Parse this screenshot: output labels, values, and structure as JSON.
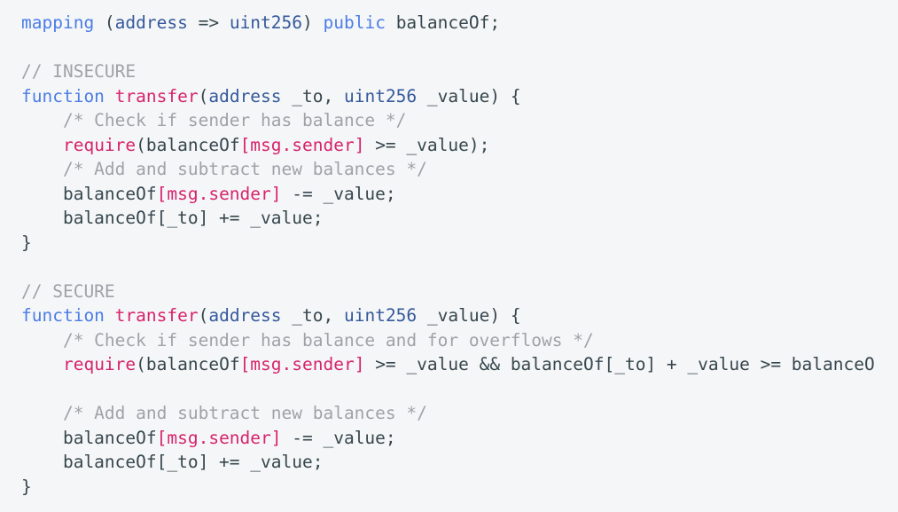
{
  "code_block": {
    "background_color": "#f5f6f7",
    "colors": {
      "keyword": "#4b7de6",
      "type_name": "#35599c",
      "function_name": "#d6246e",
      "comment": "#9ea3a8",
      "default": "#37474f"
    },
    "lines": [
      [
        {
          "t": "mapping",
          "c": "keyword"
        },
        {
          "t": " (",
          "c": "default"
        },
        {
          "t": "address",
          "c": "type_name"
        },
        {
          "t": " => ",
          "c": "default"
        },
        {
          "t": "uint256",
          "c": "type_name"
        },
        {
          "t": ") ",
          "c": "default"
        },
        {
          "t": "public",
          "c": "keyword"
        },
        {
          "t": " balanceOf;",
          "c": "default"
        }
      ],
      [],
      [
        {
          "t": "// INSECURE",
          "c": "comment"
        }
      ],
      [
        {
          "t": "function",
          "c": "keyword"
        },
        {
          "t": " ",
          "c": "default"
        },
        {
          "t": "transfer",
          "c": "function_name"
        },
        {
          "t": "(",
          "c": "default"
        },
        {
          "t": "address",
          "c": "type_name"
        },
        {
          "t": " _to, ",
          "c": "default"
        },
        {
          "t": "uint256",
          "c": "type_name"
        },
        {
          "t": " _value) {",
          "c": "default"
        }
      ],
      [
        {
          "t": "    /* Check if sender has balance */",
          "c": "comment"
        }
      ],
      [
        {
          "t": "    ",
          "c": "default"
        },
        {
          "t": "require",
          "c": "function_name"
        },
        {
          "t": "(balanceOf",
          "c": "default"
        },
        {
          "t": "[msg.sender]",
          "c": "function_name"
        },
        {
          "t": " >= _value);",
          "c": "default"
        }
      ],
      [
        {
          "t": "    /* Add and subtract new balances */",
          "c": "comment"
        }
      ],
      [
        {
          "t": "    balanceOf",
          "c": "default"
        },
        {
          "t": "[msg.sender]",
          "c": "function_name"
        },
        {
          "t": " -= _value;",
          "c": "default"
        }
      ],
      [
        {
          "t": "    balanceOf[_to] += _value;",
          "c": "default"
        }
      ],
      [
        {
          "t": "}",
          "c": "default"
        }
      ],
      [],
      [
        {
          "t": "// SECURE",
          "c": "comment"
        }
      ],
      [
        {
          "t": "function",
          "c": "keyword"
        },
        {
          "t": " ",
          "c": "default"
        },
        {
          "t": "transfer",
          "c": "function_name"
        },
        {
          "t": "(",
          "c": "default"
        },
        {
          "t": "address",
          "c": "type_name"
        },
        {
          "t": " _to, ",
          "c": "default"
        },
        {
          "t": "uint256",
          "c": "type_name"
        },
        {
          "t": " _value) {",
          "c": "default"
        }
      ],
      [
        {
          "t": "    /* Check if sender has balance and for overflows */",
          "c": "comment"
        }
      ],
      [
        {
          "t": "    ",
          "c": "default"
        },
        {
          "t": "require",
          "c": "function_name"
        },
        {
          "t": "(balanceOf",
          "c": "default"
        },
        {
          "t": "[msg.sender]",
          "c": "function_name"
        },
        {
          "t": " >= _value && balanceOf[_to] + _value >= balanceO",
          "c": "default"
        }
      ],
      [],
      [
        {
          "t": "    /* Add and subtract new balances */",
          "c": "comment"
        }
      ],
      [
        {
          "t": "    balanceOf",
          "c": "default"
        },
        {
          "t": "[msg.sender]",
          "c": "function_name"
        },
        {
          "t": " -= _value;",
          "c": "default"
        }
      ],
      [
        {
          "t": "    balanceOf[_to] += _value;",
          "c": "default"
        }
      ],
      [
        {
          "t": "}",
          "c": "default"
        }
      ]
    ]
  }
}
